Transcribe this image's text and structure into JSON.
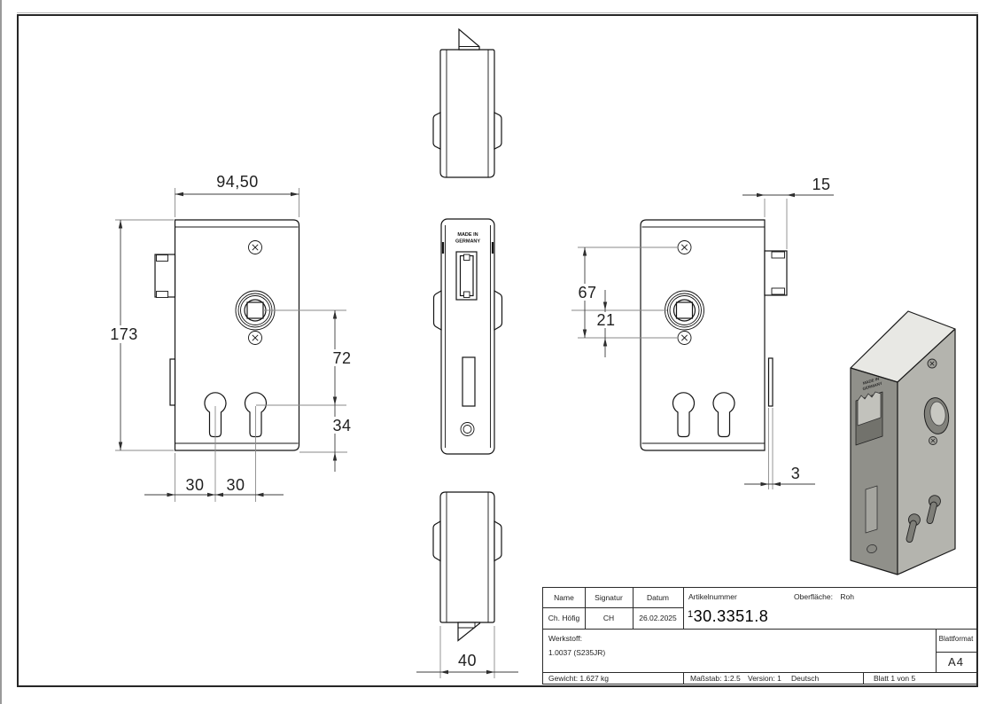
{
  "title_block": {
    "name_label": "Name",
    "signatur_label": "Signatur",
    "datum_label": "Datum",
    "artikelnummer_label": "Artikelnummer",
    "oberflaeche_label": "Oberfläche:",
    "oberflaeche_value": "Roh",
    "name_value": "Ch. Höfig",
    "signatur_value": "CH",
    "datum_value": "26.02.2025",
    "artikelnummer_prefix": "1",
    "artikelnummer_value": "30.3351.8",
    "werkstoff_label": "Werkstoff:",
    "werkstoff_value": "1.0037 (S235JR)",
    "blattformat_label": "Blattformat",
    "blattformat_value": "A4",
    "gewicht": "Gewicht: 1.627 kg",
    "massstab": "Maßstab: 1:2.5",
    "version": "Version: 1",
    "sprache": "Deutsch",
    "blatt": "Blatt 1 von 5"
  },
  "views": {
    "front": {
      "dim_width": "94,50",
      "dim_height": "173",
      "dim_spindle_keyhole": "72",
      "dim_keyhole_bottom": "34",
      "dim_key_left": "30",
      "dim_key_right": "30"
    },
    "back": {
      "dim_latch": "15",
      "dim_screws": "67",
      "dim_spindle_screw": "21",
      "dim_plate": "3"
    },
    "bottom": {
      "dim_depth": "40"
    },
    "stamp_line1": "MADE IN",
    "stamp_line2": "GERMANY"
  }
}
